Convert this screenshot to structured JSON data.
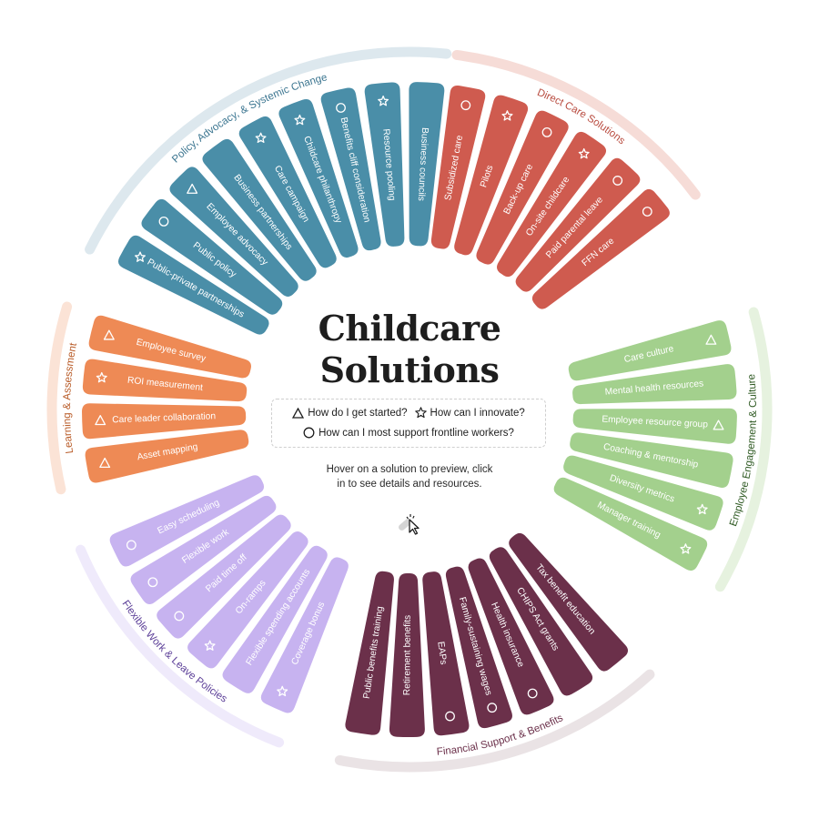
{
  "title_line1": "Childcare",
  "title_line2": "Solutions",
  "legend": {
    "started": {
      "icon": "triangle-icon",
      "label": "How do I get started?"
    },
    "innovate": {
      "icon": "star-icon",
      "label": "How can I innovate?"
    },
    "frontline": {
      "icon": "circle-icon",
      "label": "How can I most support frontline workers?"
    }
  },
  "hint_line1": "Hover on a solution to preview, click",
  "hint_line2": "in to see details and resources.",
  "categories": [
    {
      "name": "Direct Care Solutions",
      "color": "#cf5b4f",
      "ring": "#f6dcd7",
      "text": "#b84a3e",
      "items": [
        {
          "label": "Subsidized care",
          "icon": "circle"
        },
        {
          "label": "Pilots",
          "icon": "star"
        },
        {
          "label": "Back-up care",
          "icon": "circle"
        },
        {
          "label": "On-site childcare",
          "icon": "star"
        },
        {
          "label": "Paid parental leave",
          "icon": "circle"
        },
        {
          "label": "FFN care",
          "icon": "circle"
        }
      ]
    },
    {
      "name": "Employee Engagement & Culture",
      "color": "#a3d08d",
      "ring": "#e6f2df",
      "text": "#2f5a23",
      "items": [
        {
          "label": "Care culture",
          "icon": "triangle"
        },
        {
          "label": "Mental health resources",
          "icon": ""
        },
        {
          "label": "Employee resource group",
          "icon": "triangle"
        },
        {
          "label": "Coaching & mentorship",
          "icon": ""
        },
        {
          "label": "Diversity metrics",
          "icon": "star"
        },
        {
          "label": "Manager training",
          "icon": "star"
        }
      ]
    },
    {
      "name": "Financial Support & Benefits",
      "color": "#6b304a",
      "ring": "#eae3e5",
      "text": "#6b304a",
      "items": [
        {
          "label": "Tax benefit education",
          "icon": ""
        },
        {
          "label": "CHIPS Act grants",
          "icon": ""
        },
        {
          "label": "Health insurance",
          "icon": "circle"
        },
        {
          "label": "Family-sustaining wages",
          "icon": "circle"
        },
        {
          "label": "EAPs",
          "icon": "circle"
        },
        {
          "label": "Retirement benefits",
          "icon": ""
        },
        {
          "label": "Public benefits training",
          "icon": ""
        }
      ]
    },
    {
      "name": "Flexible Work & Leave Policies",
      "color": "#c7b3f0",
      "ring": "#efeafb",
      "text": "#5c3f98",
      "items": [
        {
          "label": "Coverage bonus",
          "icon": "star"
        },
        {
          "label": "Flexible spending accounts",
          "icon": ""
        },
        {
          "label": "On-ramps",
          "icon": "star"
        },
        {
          "label": "Paid time off",
          "icon": "circle"
        },
        {
          "label": "Flexible work",
          "icon": "circle"
        },
        {
          "label": "Easy scheduling",
          "icon": "circle"
        }
      ]
    },
    {
      "name": "Learning & Assessment",
      "color": "#ee8a55",
      "ring": "#fbe3d6",
      "text": "#b85a26",
      "items": [
        {
          "label": "Asset mapping",
          "icon": "triangle"
        },
        {
          "label": "Care leader collaboration",
          "icon": "triangle"
        },
        {
          "label": "ROI measurement",
          "icon": "star"
        },
        {
          "label": "Employee survey",
          "icon": "triangle"
        }
      ]
    },
    {
      "name": "Policy, Advocacy, & Systemic Change",
      "color": "#4a8ea8",
      "ring": "#dde8ee",
      "text": "#3b7590",
      "items": [
        {
          "label": "Public-private partnerships",
          "icon": "star"
        },
        {
          "label": "Public policy",
          "icon": "circle"
        },
        {
          "label": "Employee advocacy",
          "icon": "triangle"
        },
        {
          "label": "Business partnerships",
          "icon": ""
        },
        {
          "label": "Care campaign",
          "icon": "star"
        },
        {
          "label": "Childcare philanthropy",
          "icon": "star"
        },
        {
          "label": "Benefits cliff consideration",
          "icon": "circle"
        },
        {
          "label": "Resource pooling",
          "icon": "star"
        },
        {
          "label": "Business councils",
          "icon": ""
        }
      ]
    }
  ]
}
